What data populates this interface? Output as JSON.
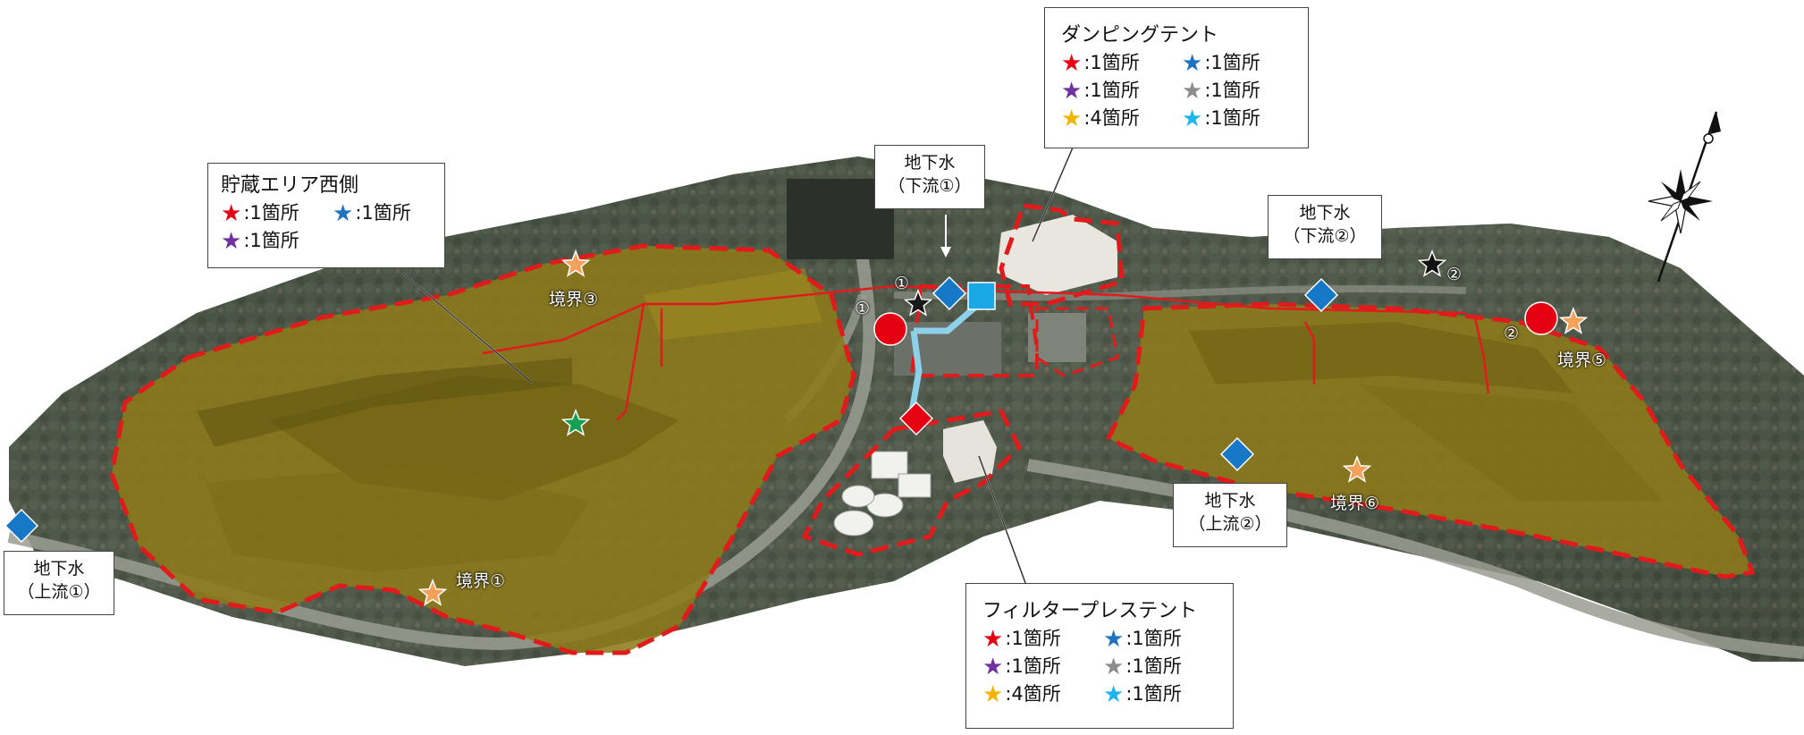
{
  "colors": {
    "boundary_dash": "#e11b1b",
    "storage_fill": "#8d7a1a",
    "star_red": "#e50012",
    "star_blue": "#1e72c0",
    "star_purple": "#7030a0",
    "star_gray": "#8c8c8c",
    "star_yellow": "#f2b600",
    "star_cyan": "#1cb5ec",
    "star_orange": "#f4a25b",
    "star_green": "#14a050",
    "diamond_blue": "#1878c8",
    "square_cyan": "#1aa8e6",
    "line_lightblue": "#8dd0ea"
  },
  "icons": {
    "compass": "compass-rose-icon",
    "star": "star-icon",
    "diamond": "diamond-marker-icon",
    "circle": "circle-marker-icon",
    "square": "square-marker-icon"
  },
  "callouts": {
    "west": {
      "title": "貯蔵エリア西側",
      "items": [
        {
          "color": "#e50012",
          "text": ":1箇所"
        },
        {
          "color": "#1e72c0",
          "text": ":1箇所"
        },
        {
          "color": "#7030a0",
          "text": ":1箇所"
        }
      ]
    },
    "dumping": {
      "title": "ダンピングテント",
      "items": [
        {
          "color": "#e50012",
          "text": ":1箇所"
        },
        {
          "color": "#1e72c0",
          "text": ":1箇所"
        },
        {
          "color": "#7030a0",
          "text": ":1箇所"
        },
        {
          "color": "#8c8c8c",
          "text": ":1箇所"
        },
        {
          "color": "#f2b600",
          "text": ":4箇所"
        },
        {
          "color": "#1cb5ec",
          "text": ":1箇所"
        }
      ]
    },
    "filter": {
      "title": "フィルタープレステント",
      "items": [
        {
          "color": "#e50012",
          "text": ":1箇所"
        },
        {
          "color": "#1e72c0",
          "text": ":1箇所"
        },
        {
          "color": "#7030a0",
          "text": ":1箇所"
        },
        {
          "color": "#8c8c8c",
          "text": ":1箇所"
        },
        {
          "color": "#f2b600",
          "text": ":4箇所"
        },
        {
          "color": "#1cb5ec",
          "text": ":1箇所"
        }
      ]
    }
  },
  "groundwater": {
    "down1": {
      "line1": "地下水",
      "line2": "（下流①）"
    },
    "down2": {
      "line1": "地下水",
      "line2": "（下流②）"
    },
    "up1": {
      "line1": "地下水",
      "line2": "（上流①）"
    },
    "up2": {
      "line1": "地下水",
      "line2": "（上流②）"
    }
  },
  "labels": {
    "boundary1": "境界①",
    "boundary3": "境界③",
    "boundary5": "境界⑤",
    "boundary6": "境界⑥",
    "num1_circle": "①",
    "num1_star": "①",
    "num2_circle": "②",
    "num2_star": "②"
  }
}
